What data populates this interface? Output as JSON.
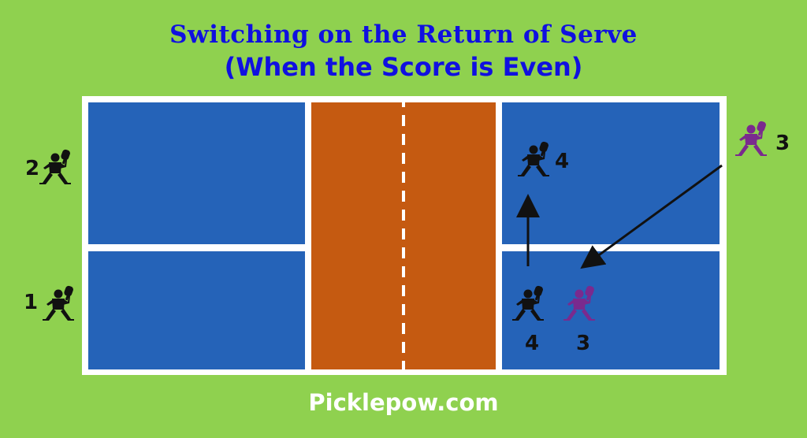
{
  "title": {
    "line1": "Switching on the Return of Serve",
    "line2": "(When the Score is Even)"
  },
  "players": {
    "left_top": "2",
    "left_bottom": "1",
    "right_team_a_start": "4",
    "right_team_a_end": "4",
    "right_team_b_start": "3",
    "right_team_b_end": "3"
  },
  "colors": {
    "background": "#8fd14f",
    "court": "#2563b8",
    "kitchen": "#c55a11",
    "lines": "#ffffff",
    "title": "#1010e0",
    "team_black": "#111111",
    "team_purple": "#7a2a8e"
  },
  "icons": {
    "player": "pickleball-player-icon",
    "arrow": "arrow-icon"
  },
  "footer": "Picklepow.com"
}
